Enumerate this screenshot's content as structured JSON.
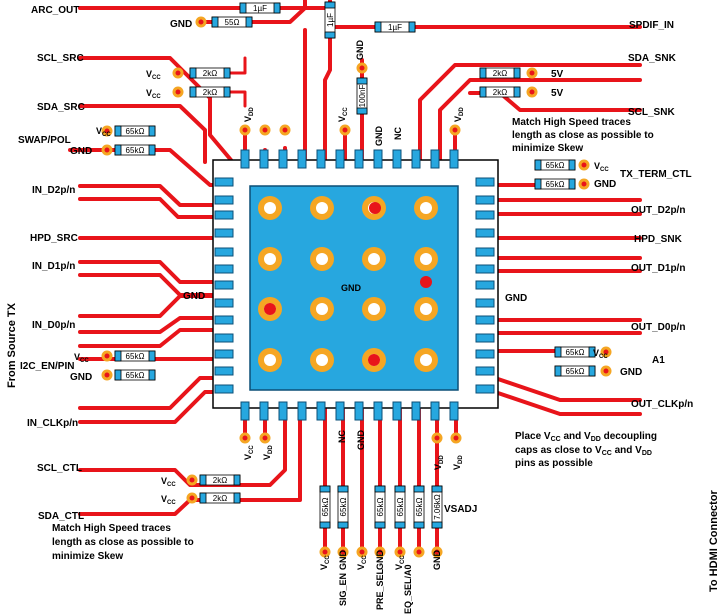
{
  "colors": {
    "trace": "#e8141a",
    "pad": "#27a7df",
    "pad_stroke": "#0b4f77",
    "ring": "#f5a623",
    "chip": "#ffffff",
    "resistor_fill": "#ffffff",
    "resistor_end": "#27a7df"
  },
  "left_labels": {
    "arc_out": "ARC_OUT",
    "gnd_top": "GND",
    "scl_src": "SCL_SRC",
    "vcc_1": "V",
    "vcc_1_sub": "CC",
    "vcc_2": "V",
    "vcc_2_sub": "CC",
    "sda_src": "SDA_SRC",
    "swap_pol": "SWAP/POL",
    "vcc_3": "V",
    "vcc_3_sub": "CC",
    "gnd_3": "GND",
    "in_d2": "IN_D2p/n",
    "hpd_src": "HPD_SRC",
    "in_d1": "IN_D1p/n",
    "gnd_mid": "GND",
    "in_d0": "IN_D0p/n",
    "i2c_en": "I2C_EN/PIN",
    "vcc_4": "V",
    "vcc_4_sub": "CC",
    "gnd_4": "GND",
    "in_clk": "IN_CLKp/n",
    "scl_ctl": "SCL_CTL",
    "vcc_5": "V",
    "vcc_5_sub": "CC",
    "vcc_6": "V",
    "vcc_6_sub": "CC",
    "sda_ctl": "SDA_CTL",
    "side": "From Source TX"
  },
  "right_labels": {
    "spdif": "SPDIF_IN",
    "sda_snk": "SDA_SNK",
    "five_v_1": "5V",
    "five_v_2": "5V",
    "scl_snk": "SCL_SNK",
    "tx_term": "TX_TERM_CTL",
    "vcc_r": "V",
    "vcc_r_sub": "CC",
    "gnd_r": "GND",
    "out_d2": "OUT_D2p/n",
    "hpd_snk": "HPD_SNK",
    "out_d1": "OUT_D1p/n",
    "gnd_mid": "GND",
    "out_d0": "OUT_D0p/n",
    "a1": "A1",
    "vcc_a1": "V",
    "vcc_a1_sub": "CC",
    "gnd_a1": "GND",
    "out_clk": "OUT_CLKp/n",
    "side": "To HDMI Connector"
  },
  "top_labels": {
    "gnd_col": "GND",
    "vdd_1": "V",
    "vdd_1_sub": "DD",
    "vcc_1": "V",
    "vcc_1_sub": "CC",
    "gnd_pin": "GND",
    "nc": "NC",
    "vdd_2": "V",
    "vdd_2_sub": "DD"
  },
  "bottom_labels": {
    "vcc_1": "V",
    "vcc_1_sub": "CC",
    "vdd_1": "V",
    "vdd_1_sub": "DD",
    "nc": "NC",
    "gnd": "GND",
    "vdd_2": "V",
    "vdd_2_sub": "DD",
    "vdd_3": "V",
    "vdd_3_sub": "DD",
    "vsadj": "VSADJ",
    "b_vcc_1": "V",
    "b_vcc_1_sub": "CC",
    "b_gnd_1": "GND",
    "sig_en": "SIG_EN",
    "b_vcc_2": "V",
    "b_vcc_2_sub": "CC",
    "b_gnd_2": "GND",
    "pre_sel": "PRE_SEL",
    "b_vcc_3": "V",
    "b_vcc_3_sub": "CC",
    "eq_sel": "EQ_SEL/A0",
    "b_gnd_3": "GND"
  },
  "center_label": "GND",
  "notes": {
    "top_right": [
      "Match High Speed traces",
      "length as close as possible to",
      "minimize Skew"
    ],
    "bottom_left": [
      "Match High Speed traces",
      "length as close as possible to",
      "minimize Skew"
    ],
    "decoupling": [
      "Place V",
      "CC",
      " and V",
      "DD",
      " decoupling",
      "caps as close to V",
      "CC",
      " and V",
      "DD",
      "pins as possible"
    ]
  },
  "components": {
    "cap_1uf_a": "1µF",
    "res_55": "55Ω",
    "cap_1uf_vert": "1µF",
    "cap_1uf_b": "1µF",
    "res_100nf": "100nF",
    "r_scl_src": "2kΩ",
    "r_sda_src": "2kΩ",
    "r_sda_snk": "2kΩ",
    "r_scl_snk": "2kΩ",
    "r_swap_1": "65kΩ",
    "r_swap_2": "65kΩ",
    "r_tx_1": "65kΩ",
    "r_tx_2": "65kΩ",
    "r_i2c_1": "65kΩ",
    "r_i2c_2": "65kΩ",
    "r_a1_1": "65kΩ",
    "r_a1_2": "65kΩ",
    "r_scl_ctl": "2kΩ",
    "r_sda_ctl": "2kΩ",
    "r_b1": "65kΩ",
    "r_b2": "65kΩ",
    "r_b3": "65kΩ",
    "r_b4": "65kΩ",
    "r_b5": "65kΩ",
    "r_b6": "7.06kΩ"
  }
}
